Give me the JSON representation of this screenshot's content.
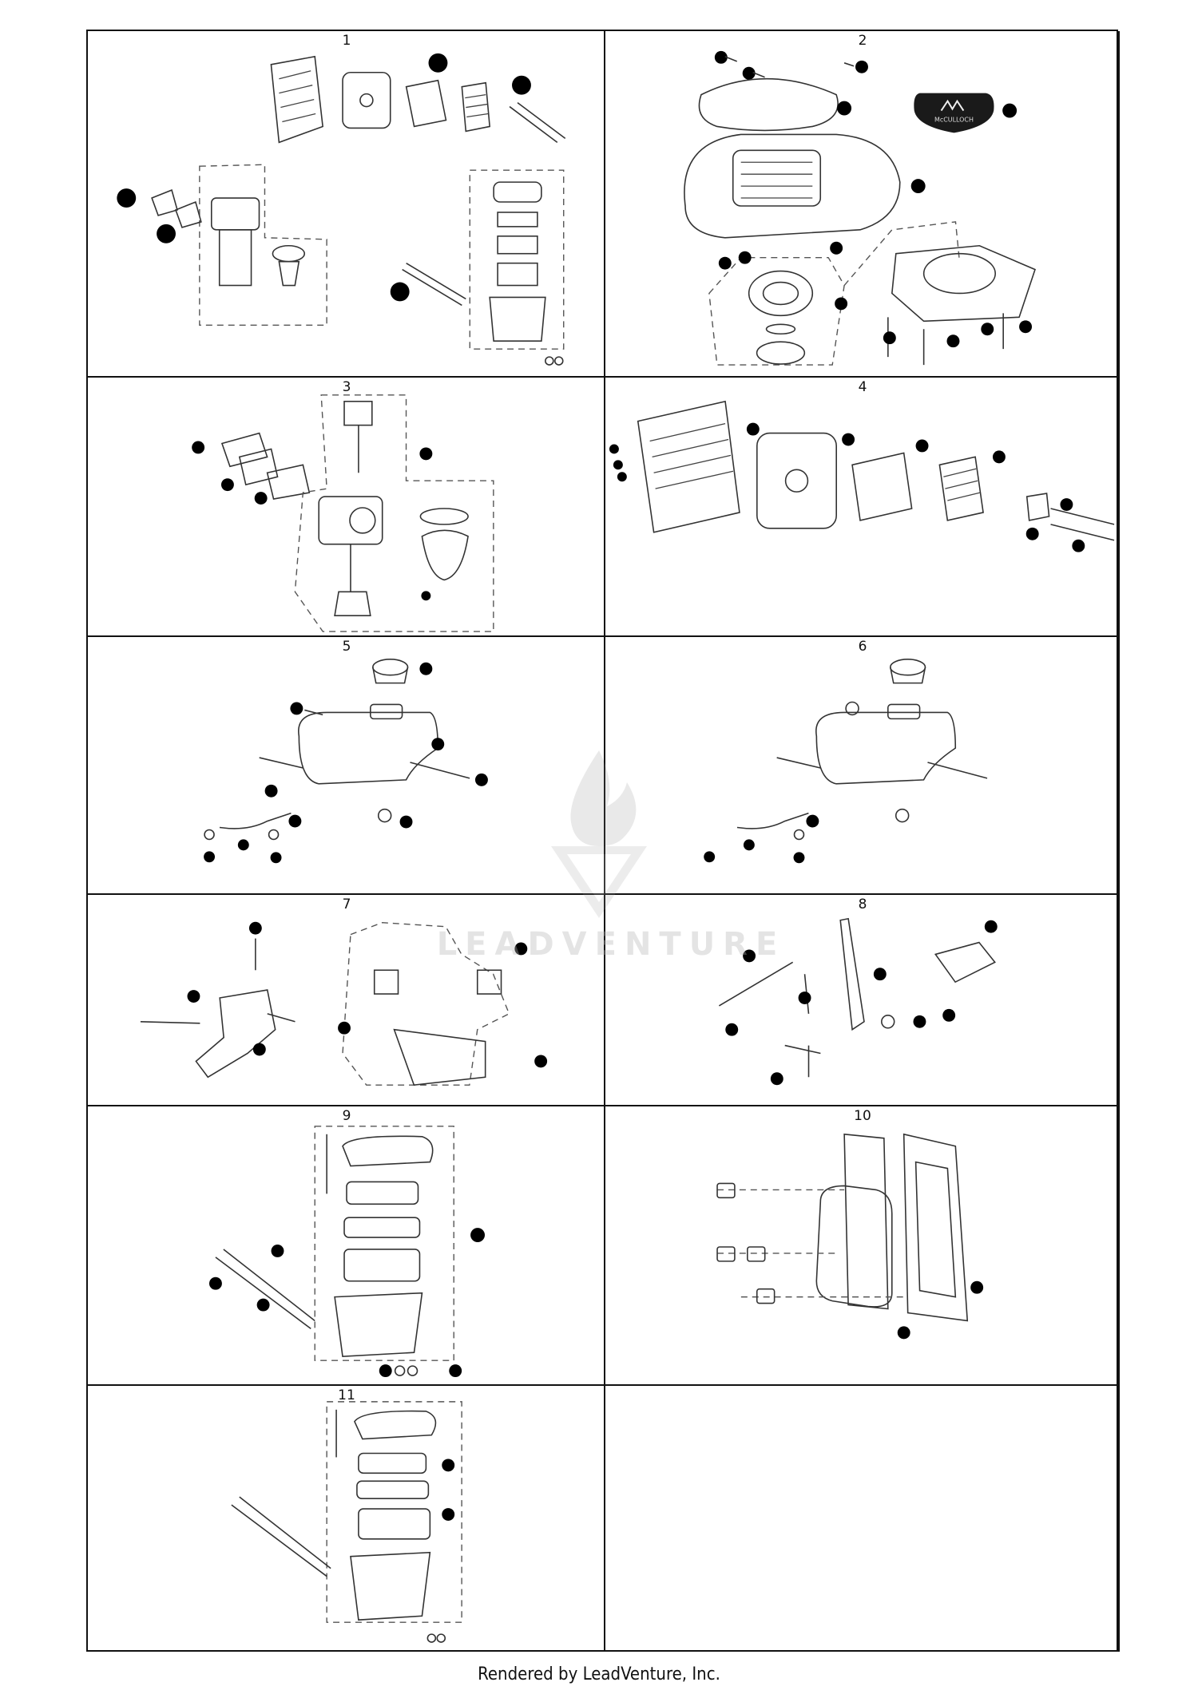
{
  "panels": [
    {
      "id": "1"
    },
    {
      "id": "2"
    },
    {
      "id": "3"
    },
    {
      "id": "4"
    },
    {
      "id": "5"
    },
    {
      "id": "6"
    },
    {
      "id": "7"
    },
    {
      "id": "8"
    },
    {
      "id": "9"
    },
    {
      "id": "10"
    },
    {
      "id": "11"
    }
  ],
  "brand_badge": "McCULLOCH",
  "watermark": "LEADVENTURE",
  "footer": "Rendered by LeadVenture, Inc."
}
